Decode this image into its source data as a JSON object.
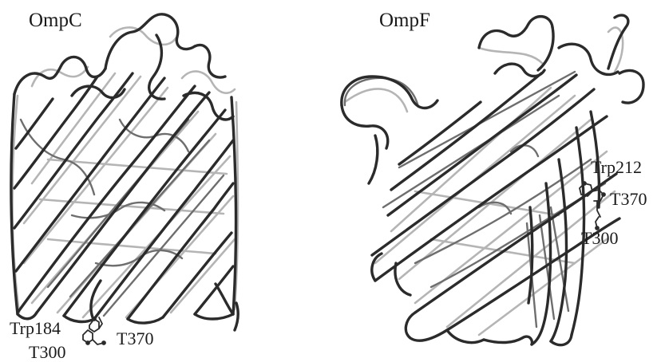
{
  "panels": [
    {
      "title": "OmpC",
      "residues": [
        "Trp184",
        "T300",
        "T370"
      ]
    },
    {
      "title": "OmpF",
      "residues": [
        "Trp212",
        "T370",
        "T300"
      ]
    }
  ],
  "colors": {
    "background": "#ffffff",
    "strand_dark": "#2b2b2b",
    "strand_mid": "#6e6e6e",
    "strand_light": "#b5b5b5",
    "text": "#1a1a1a"
  }
}
